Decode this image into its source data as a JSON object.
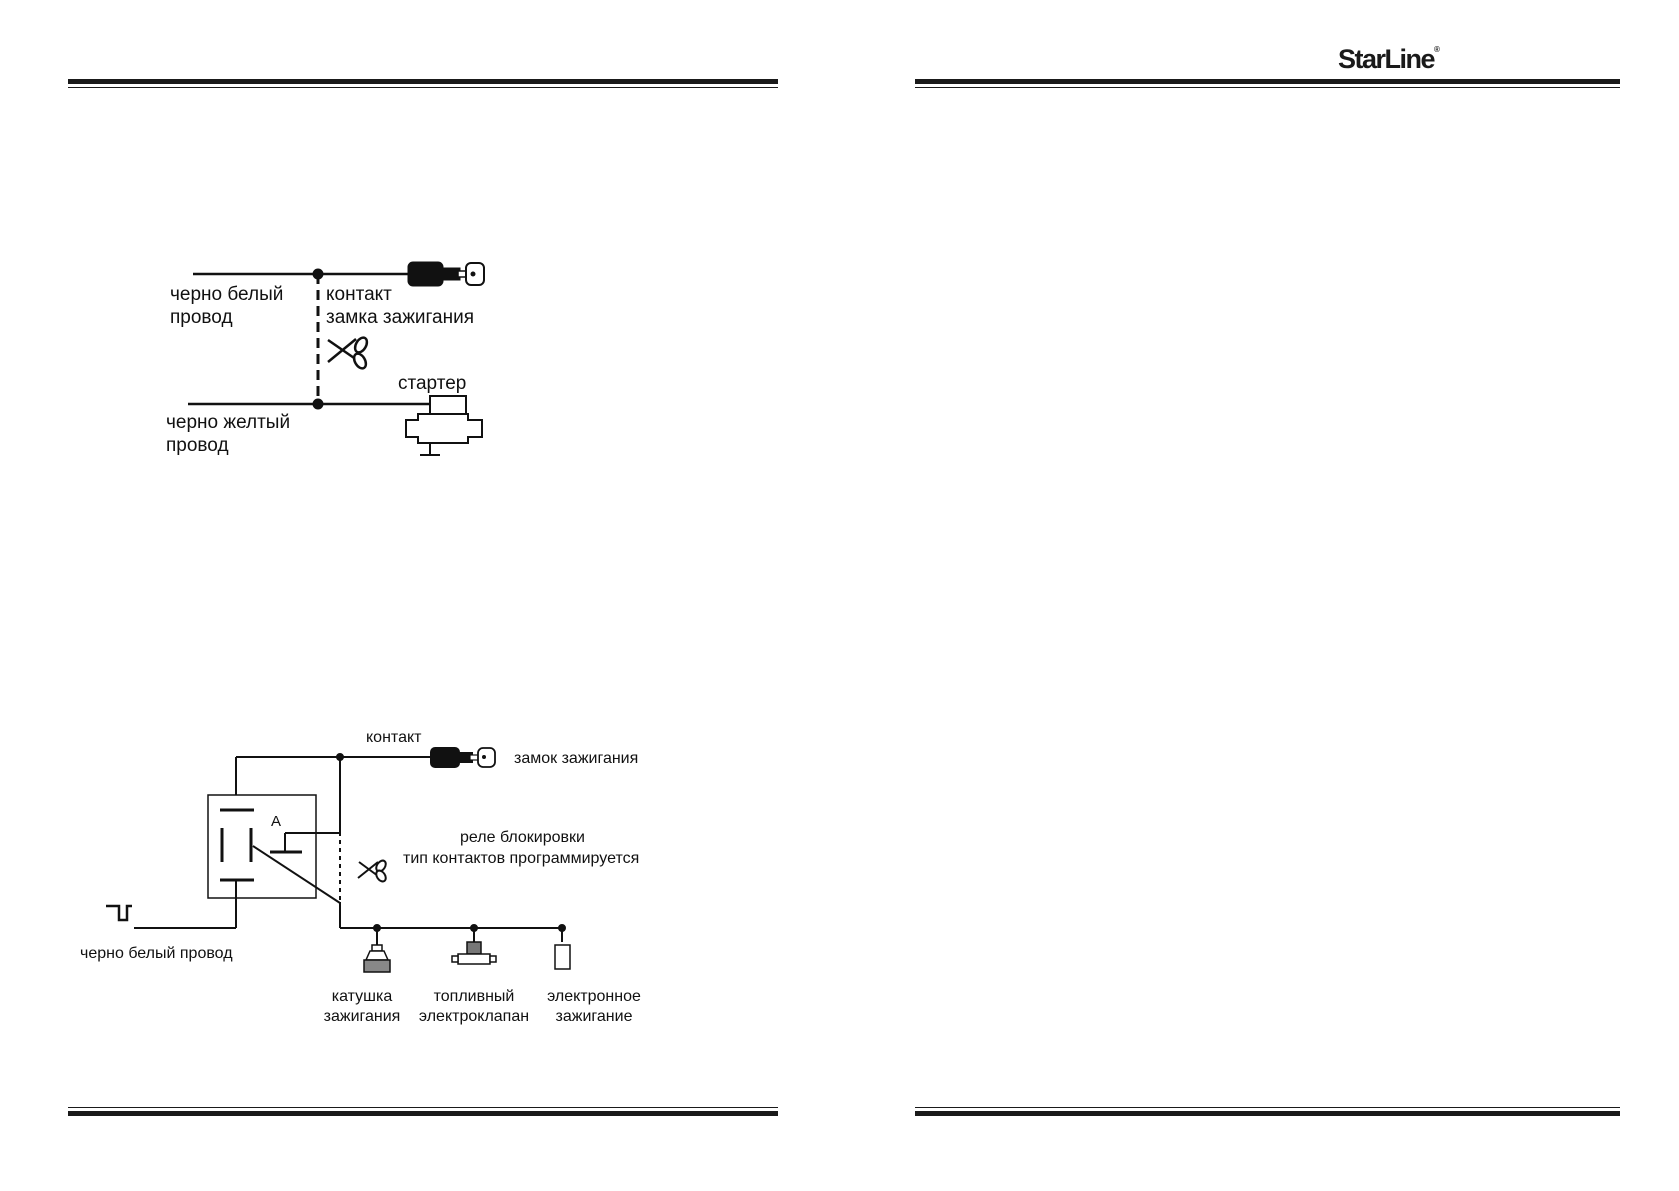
{
  "header": {
    "logo": "StarLine",
    "logo_mark": "®"
  },
  "diagram1": {
    "wire_bw_label": [
      "черно белый",
      "провод"
    ],
    "ignition_contact_label": [
      "контакт",
      "замка зажигания"
    ],
    "wire_by_label": [
      "черно желтый",
      "провод"
    ],
    "starter_label": "стартер",
    "icons": [
      "ignition-key-icon",
      "scissors-icon",
      "starter-motor-icon"
    ]
  },
  "diagram2": {
    "contact_label": "контакт",
    "ignition_lock_label": "замок зажигания",
    "relay_pin_label": "А",
    "relay_label": [
      "реле блокировки",
      "тип контактов программируется"
    ],
    "wire_bw_label": "черно белый провод",
    "loads": [
      {
        "line1": "катушка",
        "line2": "зажигания"
      },
      {
        "line1": "топливный",
        "line2": "электроклапан"
      },
      {
        "line1": "электронное",
        "line2": "зажигание"
      }
    ],
    "icons": [
      "ignition-key-icon",
      "scissors-icon",
      "relay-icon",
      "ignition-coil-icon",
      "fuel-valve-icon",
      "electronic-ignition-icon",
      "pulse-signal-icon"
    ]
  }
}
